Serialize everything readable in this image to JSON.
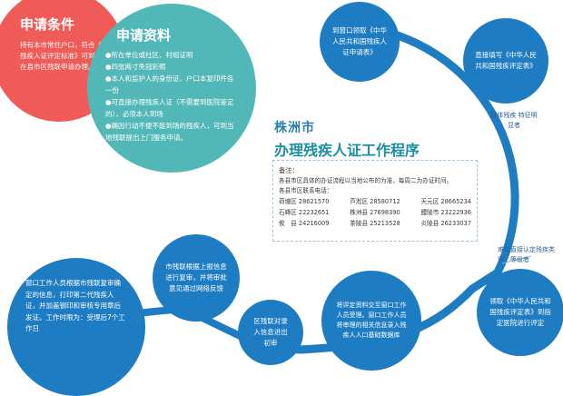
{
  "colors": {
    "red": "#f05a57",
    "teal": "#52b8b7",
    "blue": "#1e7cc2",
    "title_dark": "#2e7fb0",
    "title_teal": "#1b8fa0",
    "gray_note": "#3a3a3a"
  },
  "title": {
    "line1": "株洲市",
    "line2": "办理残疾人证工作程序"
  },
  "conditions": {
    "heading": "申请条件",
    "body": "持有本市常住户口，符合《办理残疾人证评定标准》可到户口所在县市区残联申请办理。"
  },
  "materials": {
    "heading": "申请资料",
    "items": [
      "●所在单位或社区、村组证明",
      "●四张两寸免冠彩照",
      "●本人和监护人的身份证、户口本复印件各一份",
      "●可直接办理残疾人证（不需要到医院鉴定的），必须本人到场",
      "●确因行动不便不能到场的残疾人，可到当地残联提出上门服务申请。"
    ]
  },
  "steps": {
    "s1": "到窗口领取《中华人民共和国残疾人证申请表》",
    "s2": "直接填写《中华人民共和国残疾评定表》",
    "s3": "领取《中华人民共和国残疾评定表》到指定医院进行评定",
    "s4": "将评定资料交至窗口工作人员受理。窗口工作人员将审理的相关信息录入残疾人人口基础数据库",
    "s5": "区残联对录入信息进出初审",
    "s6": "市残联根据上报信息进行复审，并将审批意见通过网络反馈",
    "s7": "窗口工作人员根据市残联复审确定的信息，打印第二代残疾人证，并加盖钢印和审核专用章后发证。工作时限为：受理后7个工作日"
  },
  "side_notes": {
    "n1": "肢体残疾 特征明显者",
    "n2": "难以直接认定残疾类别、等级者"
  },
  "note_box": {
    "label": "备注：",
    "text1": "各县市区具体的办证流程以当地公布的为准，每周二为办证时间。",
    "text2": "各县市区联系电话：",
    "phones": [
      [
        "荷塘区 28621570",
        "芦淞区 28580712",
        "天元区 28665234"
      ],
      [
        "石峰区 22232651",
        "株洲县 27698390",
        "醴陵市 23222936"
      ],
      [
        "攸　县 24216009",
        "茶陵县 25213528",
        "炎陵县 26233037"
      ]
    ]
  }
}
